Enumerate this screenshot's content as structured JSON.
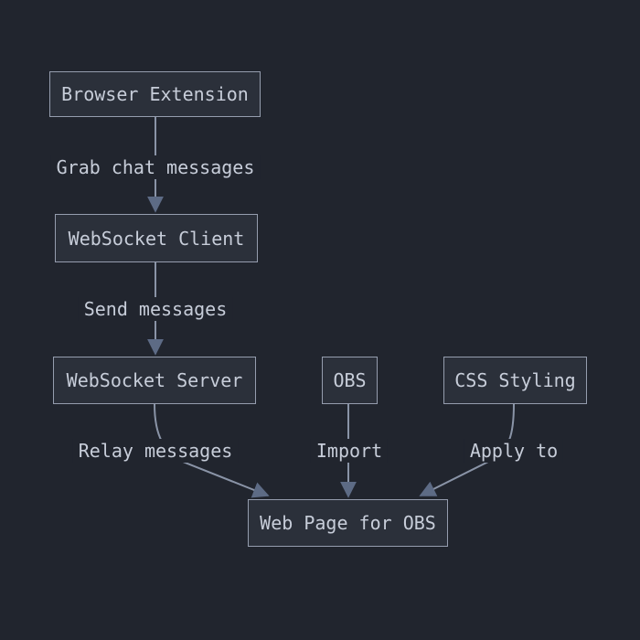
{
  "diagram": {
    "type": "flowchart",
    "direction": "top-down",
    "colors": {
      "background": "#21252e",
      "node_fill": "#2b303a",
      "node_border": "#959dae",
      "text": "#c7cdd9",
      "edge_line": "#8a94a7",
      "arrowhead": "#5d6b85"
    },
    "nodes": [
      {
        "id": "browser-extension",
        "label": "Browser Extension"
      },
      {
        "id": "websocket-client",
        "label": "WebSocket Client"
      },
      {
        "id": "websocket-server",
        "label": "WebSocket Server"
      },
      {
        "id": "obs",
        "label": "OBS"
      },
      {
        "id": "css-styling",
        "label": "CSS Styling"
      },
      {
        "id": "web-page-for-obs",
        "label": "Web Page for OBS"
      }
    ],
    "edges": [
      {
        "from": "Browser Extension",
        "to": "WebSocket Client",
        "label": "Grab chat messages"
      },
      {
        "from": "WebSocket Client",
        "to": "WebSocket Server",
        "label": "Send messages"
      },
      {
        "from": "WebSocket Server",
        "to": "Web Page for OBS",
        "label": "Relay messages"
      },
      {
        "from": "OBS",
        "to": "Web Page for OBS",
        "label": "Import"
      },
      {
        "from": "CSS Styling",
        "to": "Web Page for OBS",
        "label": "Apply to"
      }
    ]
  }
}
